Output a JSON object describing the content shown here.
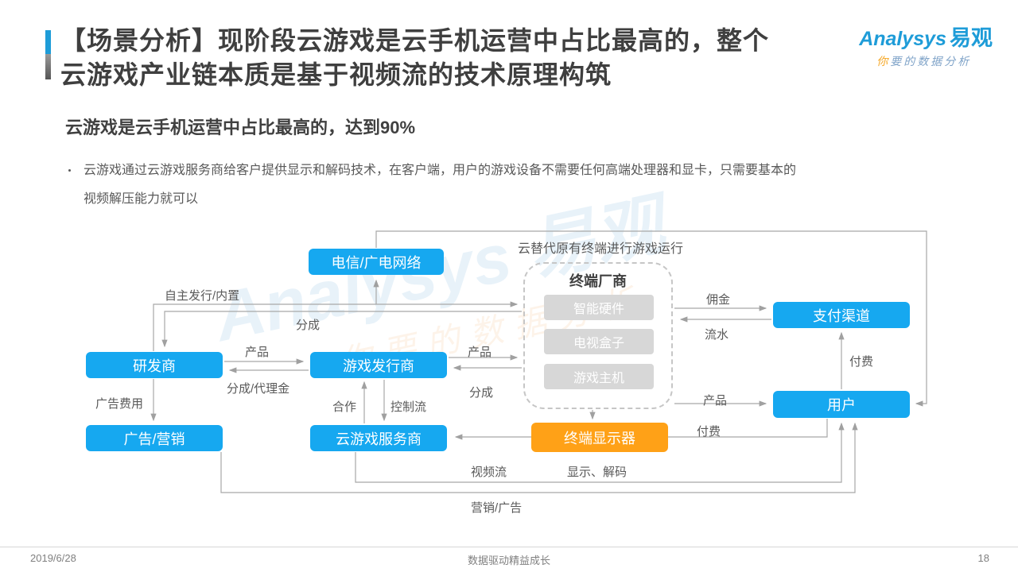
{
  "header": {
    "title_line1": "【场景分析】现阶段云游戏是云手机运营中占比最高的，整个",
    "title_line2": "云游戏产业链本质是基于视频流的技术原理构筑",
    "logo": {
      "brand_en": "Analysys",
      "brand_cn": "易观",
      "tagline_first": "你",
      "tagline_rest": "要的数据分析"
    }
  },
  "content": {
    "subtitle": "云游戏是云手机运营中占比最高的，达到90%",
    "bullet_line1": "云游戏通过云游戏服务商给客户提供显示和解码技术，在客户端，用户的游戏设备不需要任何高端处理器和显卡，只需要基本的",
    "bullet_line2": "视频解压能力就可以"
  },
  "diagram": {
    "annotation_top": "云替代原有终端进行游戏运行",
    "nodes": {
      "telecom": "电信/广电网络",
      "developer": "研发商",
      "publisher": "游戏发行商",
      "ad_marketing": "广告/营销",
      "cloud_service": "云游戏服务商",
      "terminal_vendor": "终端厂商",
      "smart_hardware": "智能硬件",
      "tv_box": "电视盒子",
      "game_console": "游戏主机",
      "terminal_display": "终端显示器",
      "payment_channel": "支付渠道",
      "user": "用户"
    },
    "edge_labels": {
      "self_publish": "自主发行/内置",
      "share_top": "分成",
      "product_dev_pub": "产品",
      "share_agency": "分成/代理金",
      "ad_fee": "广告费用",
      "cooperation": "合作",
      "control_flow": "控制流",
      "product_pub_term": "产品",
      "share_term_pub": "分成",
      "commission": "佣金",
      "flow_water": "流水",
      "pay_user_payment": "付费",
      "product_term_user": "产品",
      "pay_user_service": "付费",
      "video_stream": "视频流",
      "display_decode": "显示、解码",
      "marketing_ad": "营销/广告"
    },
    "colors": {
      "node_blue": "#16a8f0",
      "node_orange": "#ffa117",
      "node_gray": "#d7d7d7",
      "line_gray": "#a8a8a8"
    }
  },
  "watermark": {
    "line1": "Analysys 易观",
    "line2": "你要的数据分析"
  },
  "footer": {
    "date": "2019/6/28",
    "slogan": "数据驱动精益成长",
    "page": "18"
  }
}
